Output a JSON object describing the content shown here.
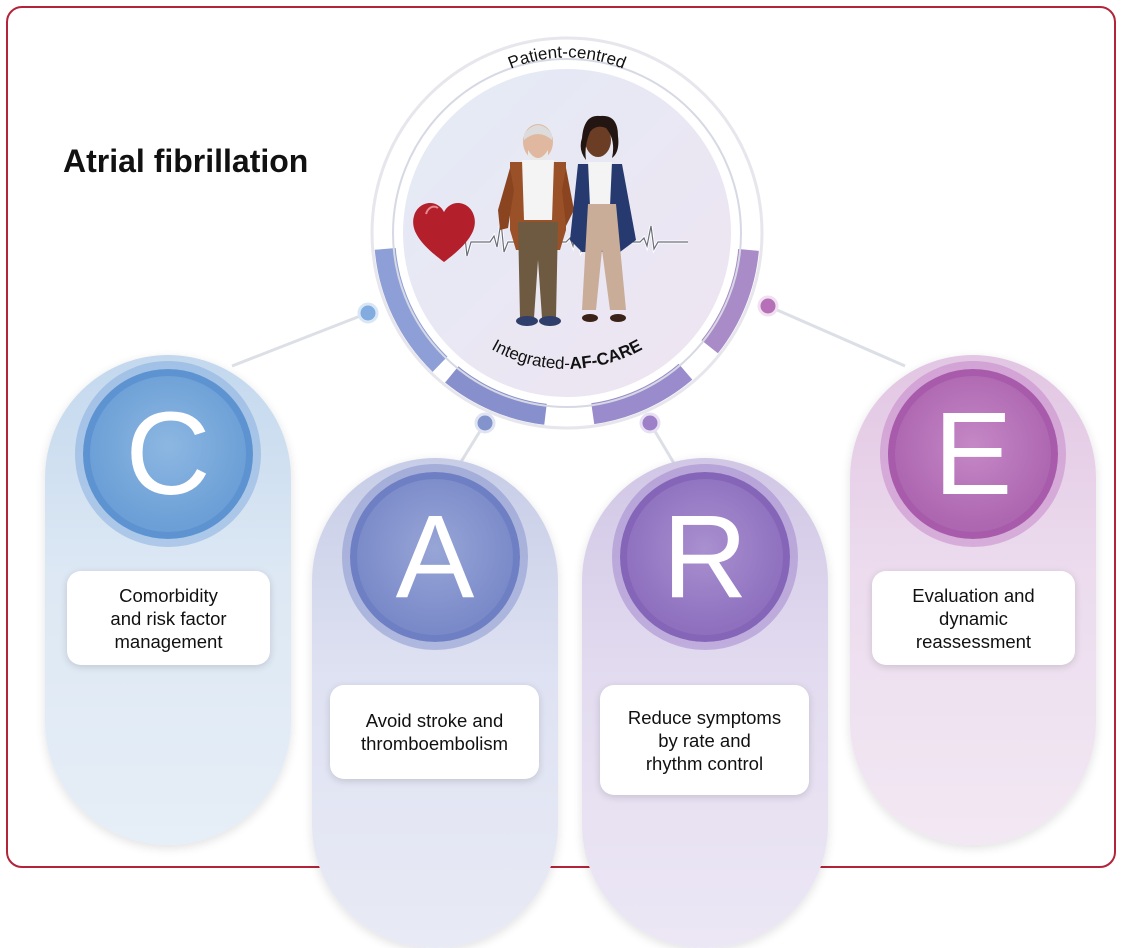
{
  "title": "Atrial fibrillation",
  "center": {
    "top_label": "Patient-centred",
    "bottom_label_prefix": "Integrated-",
    "bottom_label_bold": "AF-CARE"
  },
  "pillars": [
    {
      "letter": "C",
      "label": "Comorbidity\nand risk factor\nmanagement",
      "color": "#6b9fd6"
    },
    {
      "letter": "A",
      "label": "Avoid stroke and\nthromboembolism",
      "color": "#7a8ac9"
    },
    {
      "letter": "R",
      "label": "Reduce symptoms\nby rate and\nrhythm control",
      "color": "#8e70bf"
    },
    {
      "letter": "E",
      "label": "Evaluation and\ndynamic\nreassessment",
      "color": "#ad66b0"
    }
  ],
  "colors": {
    "frame": "#b32339",
    "heart": "#b3202c"
  },
  "icons": [
    "heart-icon",
    "ecg-line-icon",
    "elderly-man-icon",
    "woman-icon"
  ]
}
